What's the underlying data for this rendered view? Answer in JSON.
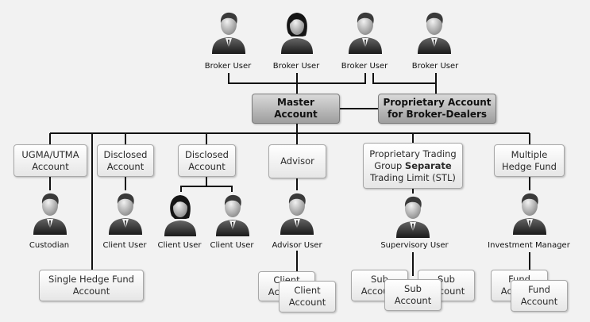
{
  "top_users": [
    {
      "label": "Broker User",
      "icon": "male-user-icon"
    },
    {
      "label": "Broker User",
      "icon": "female-user-icon"
    },
    {
      "label": "Broker User",
      "icon": "male-user-icon"
    },
    {
      "label": "Broker User",
      "icon": "male-user-icon"
    }
  ],
  "master_account": "Master\nAccount",
  "proprietary_account": "Proprietary Account\nfor Broker-Dealers",
  "branches": {
    "ugma": "UGMA/UTMA\nAccount",
    "disclosed_1": "Disclosed\nAccount",
    "disclosed_2": "Disclosed\nAccount",
    "advisor": "Advisor",
    "prop_trading_line1": "Proprietary Trading",
    "prop_trading_line2a": "Group ",
    "prop_trading_line2b": "Separate",
    "prop_trading_line3": "Trading Limit (STL)",
    "multiple_hedge": "Multiple\nHedge Fund"
  },
  "people": {
    "custodian": "Custodian",
    "client_user_1": "Client User",
    "client_user_2": "Client User",
    "client_user_3": "Client User",
    "advisor_user": "Advisor User",
    "supervisory_user": "Supervisory User",
    "investment_manager": "Investment Manager"
  },
  "single_hedge_fund": "Single Hedge Fund\nAccount",
  "stacks": {
    "client_back": "Client\nAccount",
    "client_front": "Client\nAccount",
    "sub_left": "Sub\nAccount",
    "sub_right": "Sub\nAccount",
    "sub_front": "Sub\nAccount",
    "fund_back": "Fund\nAccount",
    "fund_front": "Fund\nAccount"
  },
  "colors": {
    "line": "#111111",
    "dark_box": "#a8a8a8",
    "light_box": "#ececec",
    "background": "#f2f2f2"
  }
}
